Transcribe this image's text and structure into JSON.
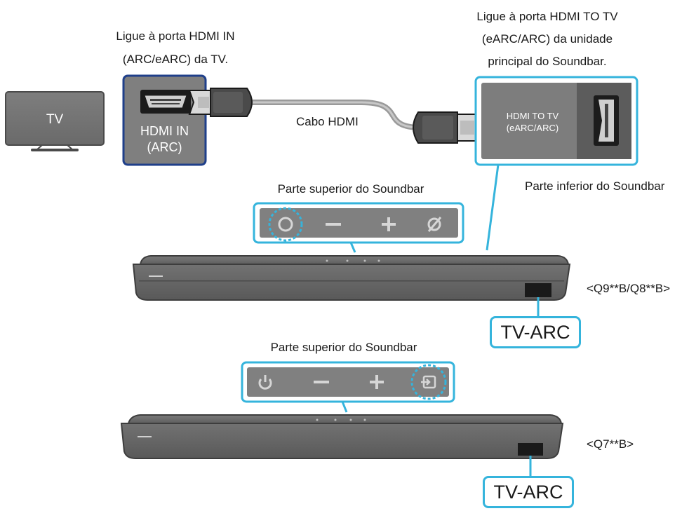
{
  "tv": {
    "label": "TV"
  },
  "tv_callout": {
    "line1": "Ligue à porta HDMI IN",
    "line2": "(ARC/eARC) da TV.",
    "port_line1": "HDMI IN",
    "port_line2": "(ARC)"
  },
  "cable": {
    "label": "Cabo HDMI"
  },
  "soundbar_callout": {
    "line1": "Ligue à porta HDMI TO TV",
    "line2": "(eARC/ARC) da unidade",
    "line3": "principal do Soundbar.",
    "port_line1": "HDMI TO TV",
    "port_line2": "(eARC/ARC)"
  },
  "labels": {
    "bottom_of_soundbar": "Parte inferior do Soundbar",
    "top_of_soundbar_1": "Parte superior do Soundbar",
    "top_of_soundbar_2": "Parte superior do Soundbar"
  },
  "models": {
    "model_1": "<Q9**B/Q8**B>",
    "model_2": "<Q7**B>"
  },
  "tv_arc": {
    "label_1": "TV-ARC",
    "label_2": "TV-ARC"
  },
  "buttons_panel_1": [
    "power",
    "minus",
    "plus",
    "multi-function"
  ],
  "buttons_panel_2": [
    "power",
    "minus",
    "plus",
    "input"
  ],
  "colors": {
    "accent": "#35b4dc",
    "tv_port_border": "#1f3f8a",
    "device_gray": "#6e6e6e",
    "panel_gray": "#7f7f7f"
  }
}
